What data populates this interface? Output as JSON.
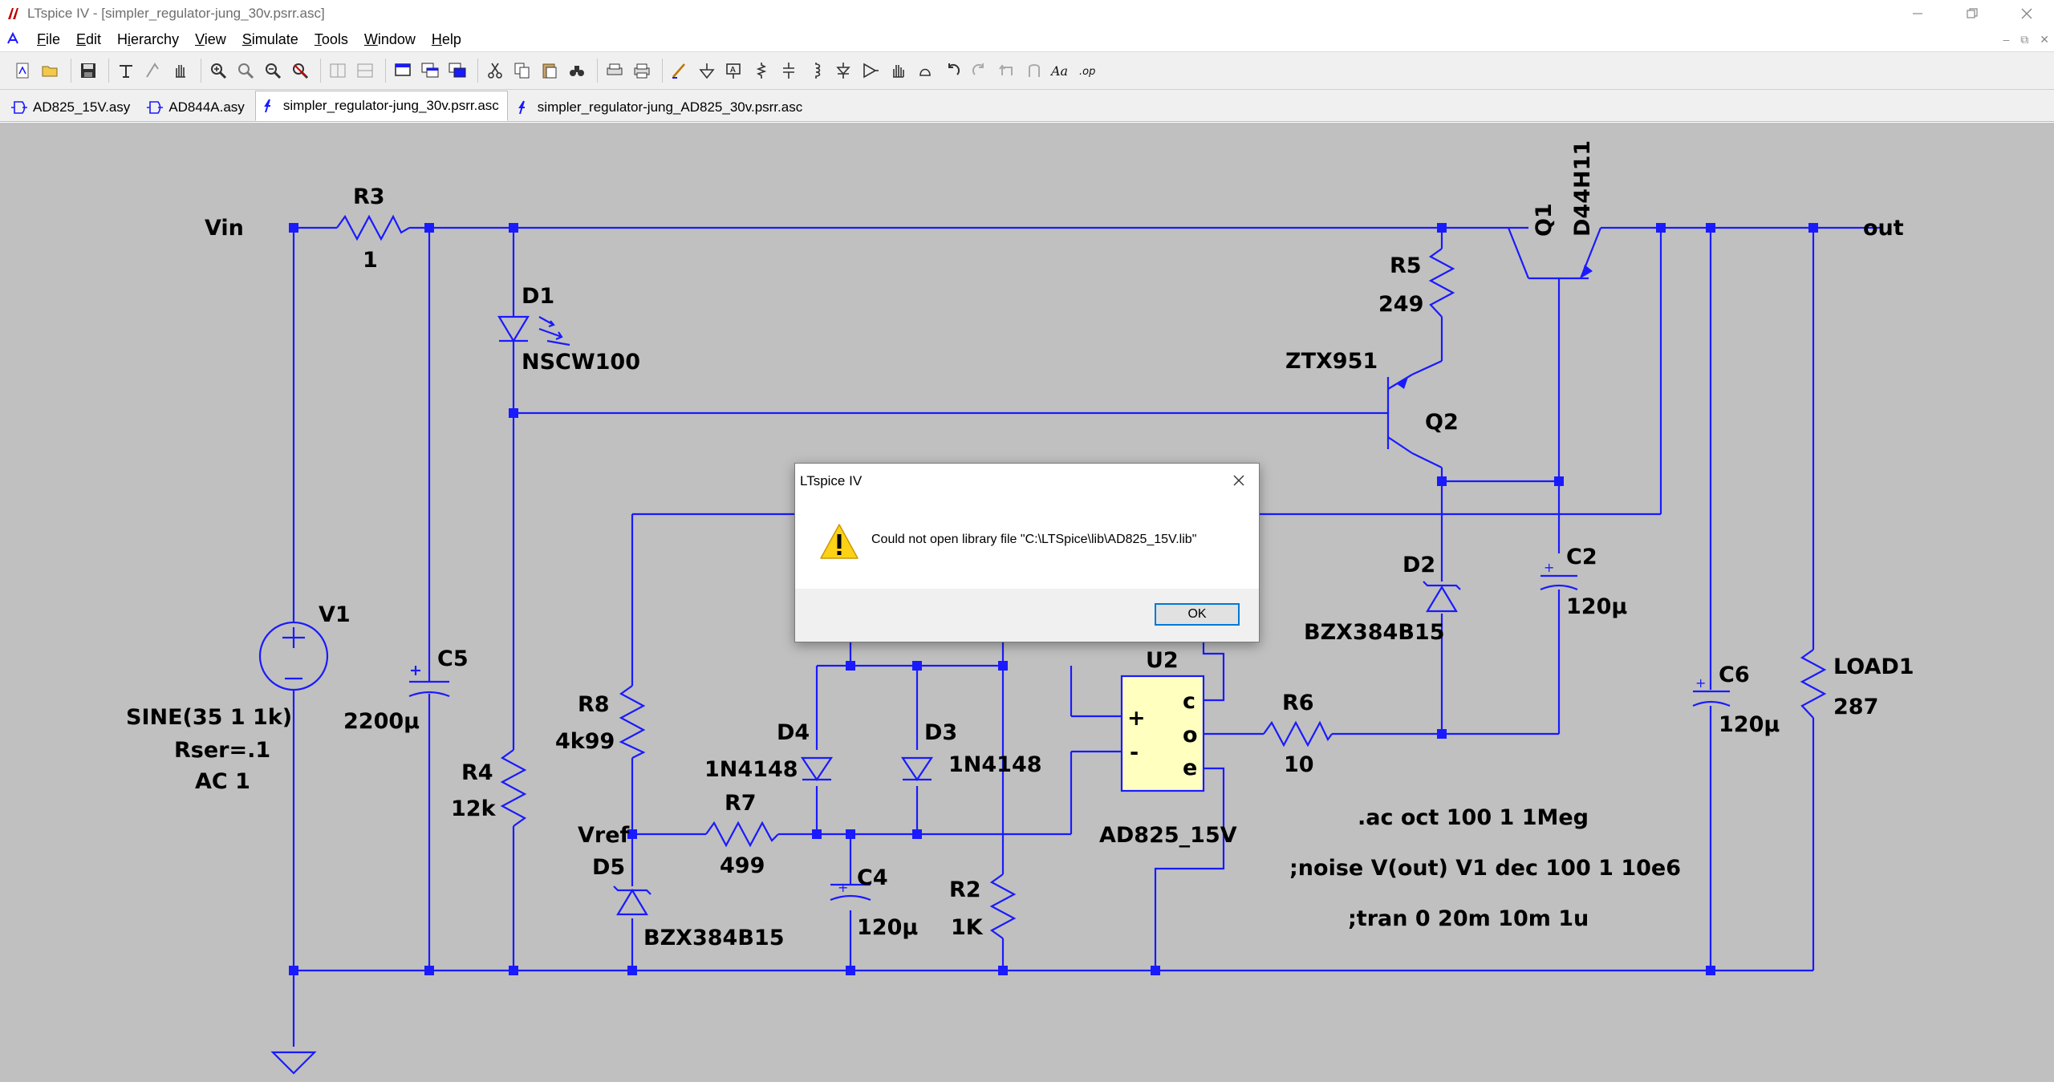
{
  "window": {
    "title": "LTspice IV - [simpler_regulator-jung_30v.psrr.asc]",
    "controls": [
      "minimize",
      "restore",
      "close"
    ]
  },
  "menu": [
    {
      "label": "File",
      "accel": "F"
    },
    {
      "label": "Edit",
      "accel": "E"
    },
    {
      "label": "Hierarchy",
      "accel": "i"
    },
    {
      "label": "View",
      "accel": "V"
    },
    {
      "label": "Simulate",
      "accel": "S"
    },
    {
      "label": "Tools",
      "accel": "T"
    },
    {
      "label": "Window",
      "accel": "W"
    },
    {
      "label": "Help",
      "accel": "H"
    }
  ],
  "tabs": [
    {
      "label": "AD825_15V.asy",
      "icon": "opamp-symbol-icon",
      "active": false
    },
    {
      "label": "AD844A.asy",
      "icon": "opamp-symbol-icon",
      "active": false
    },
    {
      "label": "simpler_regulator-jung_30v.psrr.asc",
      "icon": "schematic-icon",
      "active": true
    },
    {
      "label": "simpler_regulator-jung_AD825_30v.psrr.asc",
      "icon": "schematic-icon",
      "active": false
    }
  ],
  "schematic": {
    "labels": {
      "vin": "Vin",
      "out": "out",
      "vref": "Vref",
      "r3": "R3",
      "r3_val": "1",
      "d1": "D1",
      "d1_val": "NSCW100",
      "r5": "R5",
      "r5_val": "249",
      "q1": "Q1",
      "q1_val": "D44H11",
      "q2": "Q2",
      "q2_val": "ZTX951",
      "v1": "V1",
      "v1_val1": "SINE(35 1 1k)",
      "v1_val2": "Rser=.1",
      "v1_val3": "AC 1",
      "c5": "C5",
      "c5_val": "2200µ",
      "r4": "R4",
      "r4_val": "12k",
      "r8": "R8",
      "r8_val": "4k99",
      "d5": "D5",
      "d5_val": "BZX384B15",
      "r7": "R7",
      "r7_val": "499",
      "d4": "D4",
      "d4_val": "1N4148",
      "d3": "D3",
      "d3_val": "1N4148",
      "c4": "C4",
      "c4_val": "120µ",
      "r2": "R2",
      "r2_val": "1K",
      "u2": "U2",
      "u2_val": "AD825_15V",
      "u2_plus": "+",
      "u2_minus": "-",
      "u2_c": "c",
      "u2_o": "o",
      "u2_e": "e",
      "r6": "R6",
      "r6_val": "10",
      "d2": "D2",
      "d2_val": "BZX384B15",
      "c2": "C2",
      "c2_val": "120µ",
      "c6": "C6",
      "c6_val": "120µ",
      "load1": "LOAD1",
      "load1_val": "287",
      "dir_ac": ".ac oct 100 1 1Meg",
      "dir_noise": ";noise V(out) V1 dec 100 1 10e6",
      "dir_tran": ";tran 0 20m 10m 1u"
    }
  },
  "dialog": {
    "title": "LTspice IV",
    "message": "Could not open library file \"C:\\LTSpice\\lib\\AD825_15V.lib\"",
    "ok_label": "OK",
    "icon": "warning-icon"
  },
  "colors": {
    "wire": "#1a1aff",
    "canvas": "#c0c0c0",
    "opamp_fill": "#ffffc0",
    "accent": "#0078d7"
  }
}
